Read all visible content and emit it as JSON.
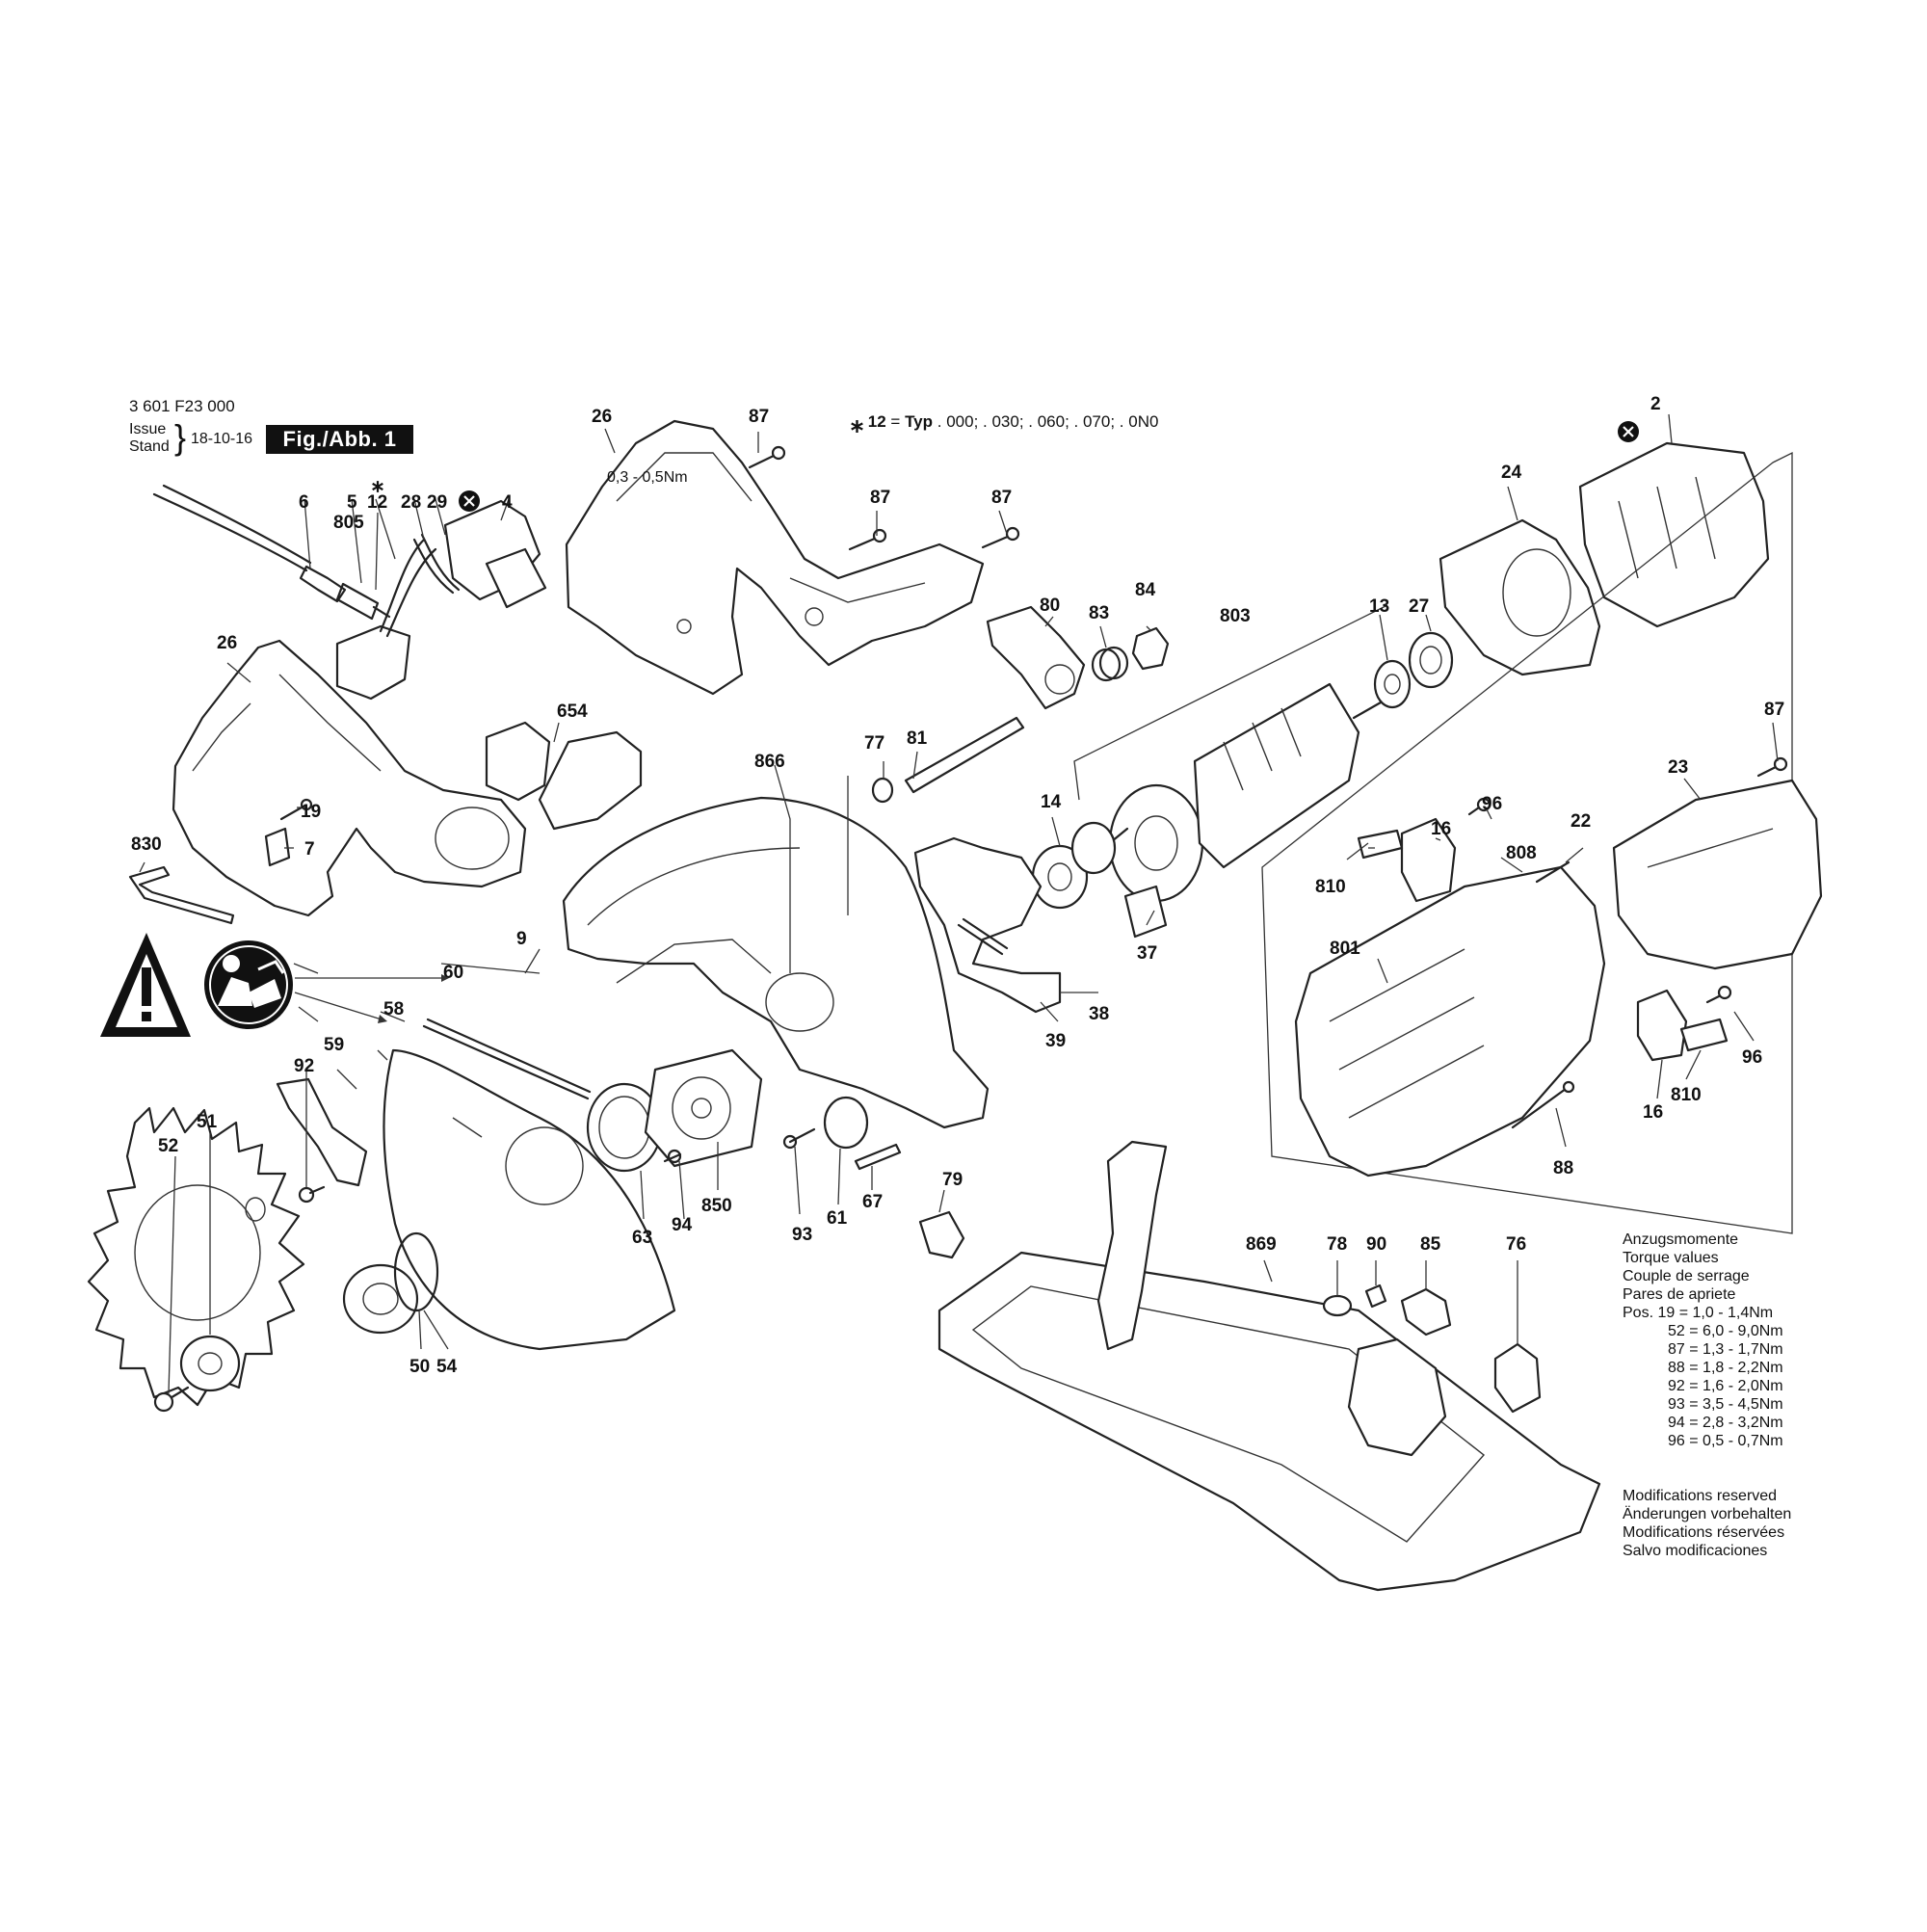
{
  "header": {
    "doc_number": "3 601 F23 000",
    "issue_label": "Issue",
    "stand_label": "Stand",
    "issue_date": "18-10-16",
    "figure_badge": "Fig./Abb. 1",
    "type_note_star": "⁎",
    "type_note_ref": "12",
    "type_note_eq": "=",
    "type_note_typ": "Typ",
    "type_note_values": ". 000; . 030; . 060; . 070; . 0N0",
    "switch_torque": "0,3 - 0,5Nm",
    "switch_star": "⁎"
  },
  "torque_panel": {
    "titles": [
      "Anzugsmomente",
      "Torque values",
      "Couple de serrage",
      "Pares de apriete"
    ],
    "pos_label": "Pos.",
    "rows": [
      {
        "pos": "19",
        "value": "= 1,0 - 1,4Nm"
      },
      {
        "pos": "52",
        "value": "= 6,0 - 9,0Nm"
      },
      {
        "pos": "87",
        "value": "= 1,3 - 1,7Nm"
      },
      {
        "pos": "88",
        "value": "= 1,8 - 2,2Nm"
      },
      {
        "pos": "92",
        "value": "= 1,6 - 2,0Nm"
      },
      {
        "pos": "93",
        "value": "= 3,5 - 4,5Nm"
      },
      {
        "pos": "94",
        "value": "= 2,8 - 3,2Nm"
      },
      {
        "pos": "96",
        "value": "= 0,5 - 0,7Nm"
      }
    ]
  },
  "modifications": [
    "Modifications reserved",
    "Änderungen vorbehalten",
    "Modifications réservées",
    "Salvo modificaciones"
  ],
  "callouts": [
    "2",
    "4",
    "5",
    "6",
    "7",
    "9",
    "12",
    "13",
    "14",
    "16",
    "16",
    "19",
    "22",
    "23",
    "24",
    "26",
    "26",
    "27",
    "28",
    "29",
    "37",
    "38",
    "39",
    "50",
    "51",
    "52",
    "54",
    "58",
    "59",
    "60",
    "61",
    "63",
    "67",
    "76",
    "77",
    "78",
    "79",
    "80",
    "81",
    "83",
    "84",
    "85",
    "87",
    "87",
    "87",
    "87",
    "88",
    "90",
    "92",
    "93",
    "94",
    "96",
    "96",
    "654",
    "801",
    "803",
    "805",
    "808",
    "810",
    "810",
    "830",
    "850",
    "866",
    "869"
  ],
  "icons": [
    "warning-triangle-icon",
    "read-manual-icon",
    "no-grease-icon"
  ]
}
